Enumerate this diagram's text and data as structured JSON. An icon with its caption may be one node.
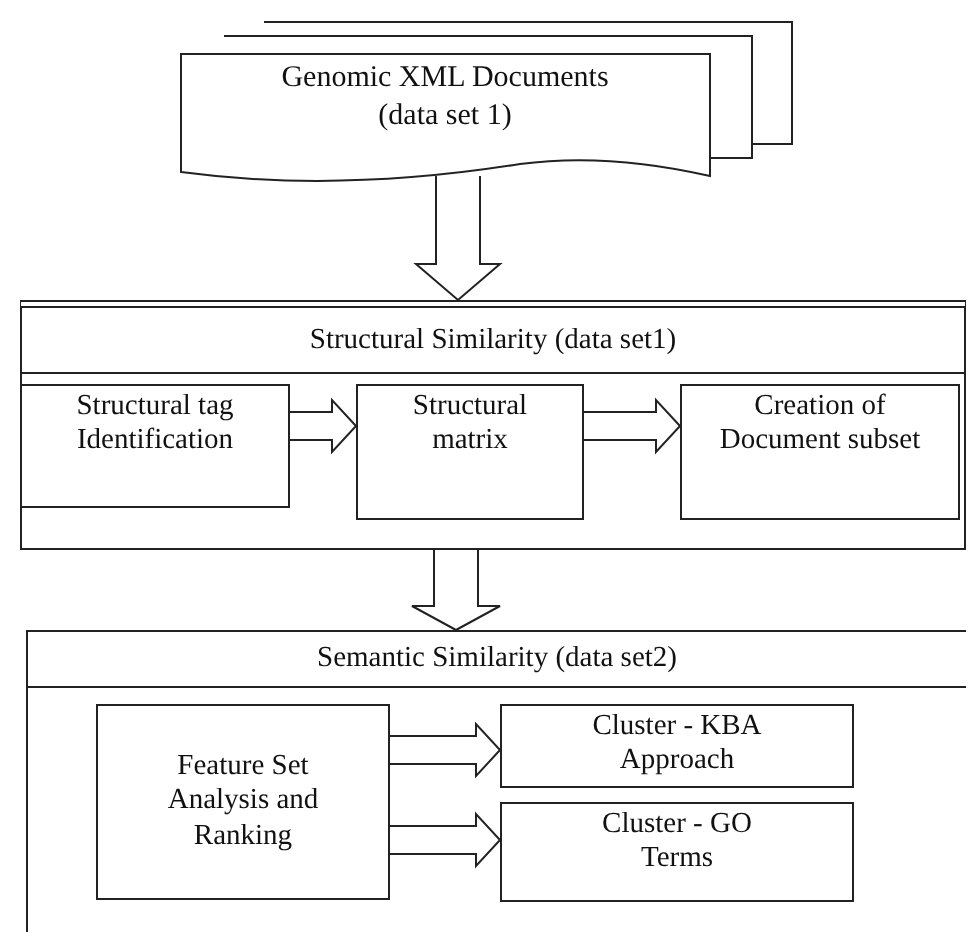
{
  "diagram": {
    "nodes": [
      {
        "text": [
          "Genomic XML Documents (data set 1)"
        ]
      },
      {
        "text": [
          "Structural Similarity (data set1)"
        ]
      },
      {
        "text": [
          "Structural tag Identification"
        ],
        "in": 1
      },
      {
        "text": [
          "Structural matrix"
        ],
        "in": 1
      },
      {
        "text": [
          "Creation of Document subset"
        ],
        "in": 1
      },
      {
        "text": [
          "Semantic Similarity (data set2)"
        ]
      },
      {
        "text": [
          "Feature Set Analysis and Ranking"
        ],
        "in": 5
      },
      {
        "text": [
          "Cluster - KBA Approach"
        ],
        "in": 5
      },
      {
        "text": [
          "Cluster - GO Terms"
        ],
        "in": 5
      }
    ],
    "edges": [
      {
        "from": 0,
        "to": 1,
        "arrow": "to"
      },
      {
        "from": 2,
        "to": 3,
        "arrow": "to"
      },
      {
        "from": 3,
        "to": 4,
        "arrow": "to"
      },
      {
        "from": 1,
        "to": 5,
        "arrow": "to"
      },
      {
        "from": 6,
        "to": 7,
        "arrow": "to"
      },
      {
        "from": 6,
        "to": 8,
        "arrow": "to"
      }
    ]
  }
}
